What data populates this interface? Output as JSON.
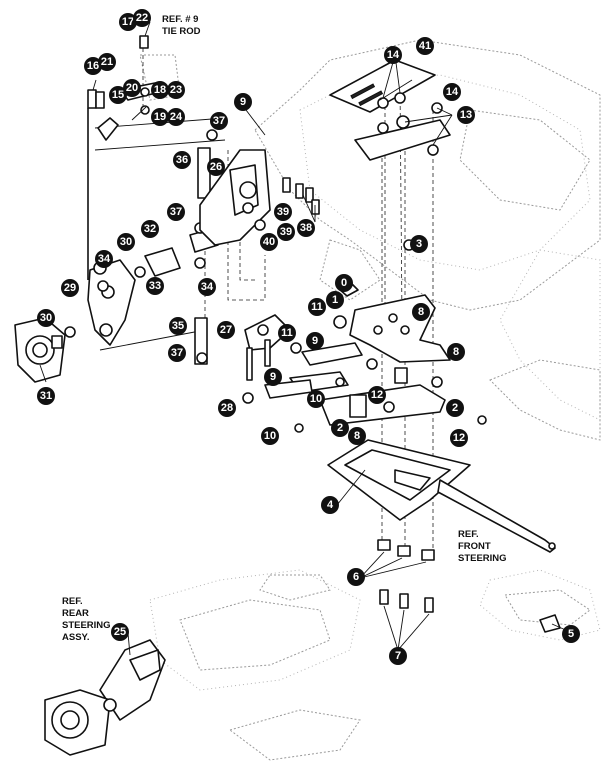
{
  "references": {
    "tie_rod": [
      "REF. # 9",
      "TIE ROD"
    ],
    "front_steering": [
      "REF.",
      "FRONT",
      "STEERING"
    ],
    "rear_steering": [
      "REF.",
      "REAR",
      "STEERING",
      "ASSY."
    ]
  },
  "callouts": [
    {
      "id": "c17",
      "label": "17"
    },
    {
      "id": "c22",
      "label": "22"
    },
    {
      "id": "c16",
      "label": "16"
    },
    {
      "id": "c21",
      "label": "21"
    },
    {
      "id": "c15",
      "label": "15"
    },
    {
      "id": "c20",
      "label": "20"
    },
    {
      "id": "c18",
      "label": "18"
    },
    {
      "id": "c23",
      "label": "23"
    },
    {
      "id": "c19",
      "label": "19"
    },
    {
      "id": "c24",
      "label": "24"
    },
    {
      "id": "c9a",
      "label": "9"
    },
    {
      "id": "c37a",
      "label": "37"
    },
    {
      "id": "c36",
      "label": "36"
    },
    {
      "id": "c26",
      "label": "26"
    },
    {
      "id": "c37b",
      "label": "37"
    },
    {
      "id": "c32",
      "label": "32"
    },
    {
      "id": "c30a",
      "label": "30"
    },
    {
      "id": "c34a",
      "label": "34"
    },
    {
      "id": "c29",
      "label": "29"
    },
    {
      "id": "c33",
      "label": "33"
    },
    {
      "id": "c34b",
      "label": "34"
    },
    {
      "id": "c30b",
      "label": "30"
    },
    {
      "id": "c31",
      "label": "31"
    },
    {
      "id": "c35",
      "label": "35"
    },
    {
      "id": "c27",
      "label": "27"
    },
    {
      "id": "c11a",
      "label": "11"
    },
    {
      "id": "c37c",
      "label": "37"
    },
    {
      "id": "c28",
      "label": "28"
    },
    {
      "id": "c10a",
      "label": "10"
    },
    {
      "id": "c39a",
      "label": "39"
    },
    {
      "id": "c38",
      "label": "38"
    },
    {
      "id": "c39b",
      "label": "39"
    },
    {
      "id": "c40",
      "label": "40"
    },
    {
      "id": "c14a",
      "label": "14"
    },
    {
      "id": "c41",
      "label": "41"
    },
    {
      "id": "c14b",
      "label": "14"
    },
    {
      "id": "c13",
      "label": "13"
    },
    {
      "id": "c3",
      "label": "3"
    },
    {
      "id": "c0",
      "label": "0"
    },
    {
      "id": "c1",
      "label": "1"
    },
    {
      "id": "c11b",
      "label": "11"
    },
    {
      "id": "c8a",
      "label": "8"
    },
    {
      "id": "c9b",
      "label": "9"
    },
    {
      "id": "c8b",
      "label": "8"
    },
    {
      "id": "c9c",
      "label": "9"
    },
    {
      "id": "c12a",
      "label": "12"
    },
    {
      "id": "c10b",
      "label": "10"
    },
    {
      "id": "c2a",
      "label": "2"
    },
    {
      "id": "c2b",
      "label": "2"
    },
    {
      "id": "c8c",
      "label": "8"
    },
    {
      "id": "c12b",
      "label": "12"
    },
    {
      "id": "c4",
      "label": "4"
    },
    {
      "id": "c6",
      "label": "6"
    },
    {
      "id": "c5",
      "label": "5"
    },
    {
      "id": "c7",
      "label": "7"
    },
    {
      "id": "c25",
      "label": "25"
    }
  ]
}
